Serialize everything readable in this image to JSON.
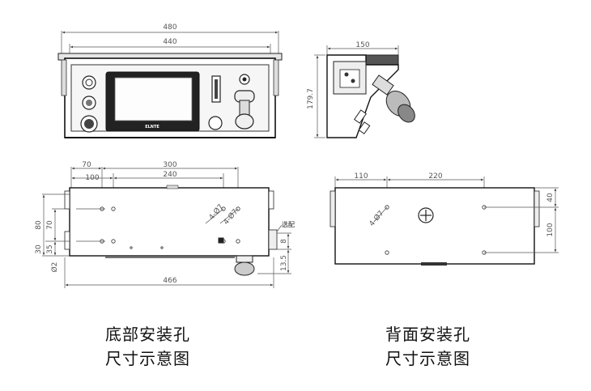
{
  "front_view": {
    "dims": {
      "outer_width": "480",
      "inner_width": "440"
    },
    "screen_brand": "ELNTE"
  },
  "side_view": {
    "dims": {
      "depth": "150",
      "height": "179.7"
    }
  },
  "bottom_view": {
    "dims": {
      "top_70": "70",
      "top_300": "300",
      "top_100": "100",
      "top_240": "240",
      "left_80": "80",
      "left_70": "70",
      "left_30": "30",
      "left_35": "35",
      "hole_dia": "Ø2",
      "total_width": "466",
      "right_8": "8",
      "right_13_5": "13.5",
      "hole_label_1": "4-Ø7",
      "hole_label_2": "4-Ø7"
    },
    "option_label": "选配",
    "caption": {
      "line1": "底部安装孔",
      "line2": "尺寸示意图"
    }
  },
  "back_view": {
    "dims": {
      "top_110": "110",
      "top_220": "220",
      "right_40": "40",
      "right_100": "100",
      "hole_label": "4-Ø7"
    },
    "caption": {
      "line1": "背面安装孔",
      "line2": "尺寸示意图"
    }
  }
}
